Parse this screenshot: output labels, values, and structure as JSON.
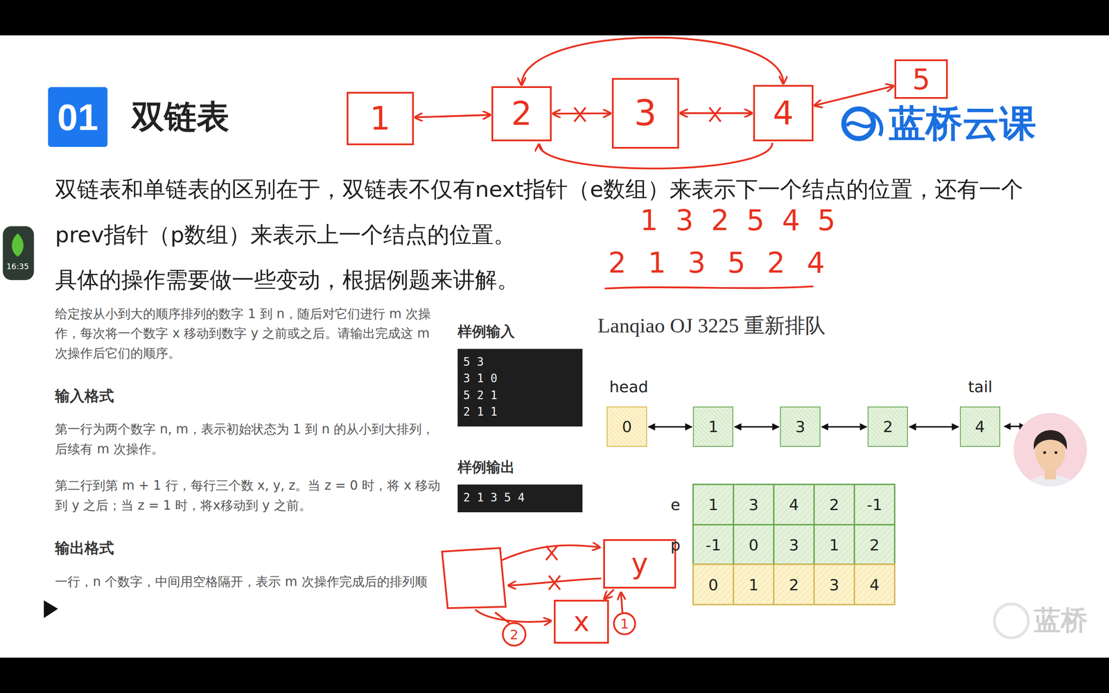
{
  "diagram": {
    "title": "双链表",
    "nodes": [
      {
        "text": [
          "01"
        ]
      },
      {
        "text": [
          "1"
        ]
      },
      {
        "text": [
          "2"
        ]
      },
      {
        "text": [
          "3"
        ]
      },
      {
        "text": [
          "4"
        ]
      },
      {
        "text": [
          "5"
        ]
      },
      {
        "text": [
          "样例输入",
          "5 3",
          "3 1 0",
          "5 2 1",
          "2 1 1"
        ]
      },
      {
        "text": [
          "0"
        ]
      },
      {
        "text": [
          "1"
        ]
      },
      {
        "text": [
          "3"
        ]
      },
      {
        "text": [
          "2"
        ]
      },
      {
        "text": [
          "4"
        ]
      },
      {
        "text": [
          "样例输出",
          "2 1 3 5 4"
        ]
      },
      {
        "text": [
          "y"
        ]
      },
      {
        "text": [
          "x"
        ]
      }
    ],
    "edges": [
      {
        "from": 1,
        "to": 2,
        "arrow": "both"
      },
      {
        "from": 2,
        "to": 3,
        "arrow": "both"
      },
      {
        "from": 3,
        "to": 4,
        "arrow": "both"
      },
      {
        "from": 4,
        "to": 5,
        "arrow": "both"
      },
      {
        "from": 2,
        "to": 4,
        "arrow": "both"
      },
      {
        "from": 7,
        "to": 8,
        "arrow": "both"
      },
      {
        "from": 8,
        "to": 9,
        "arrow": "both"
      },
      {
        "from": 9,
        "to": 10,
        "arrow": "both"
      },
      {
        "from": 10,
        "to": 11,
        "arrow": "both"
      },
      {
        "from": 13,
        "to": 14,
        "arrow": "to"
      }
    ],
    "labels": [
      "蓝桥云课",
      "双链表和单链表的区别在于，双链表不仅有next指针（e数组）来表示下一个结点的位置，还有一个prev指针（p数组）来表示上一个结点的位置。",
      "具体的操作需要做一些变动，根据例题来讲解。",
      "1 3 2 5 4 5",
      "2 1 3 5 2 4",
      "16:35",
      "给定按从小到大的顺序排列的数字 1 到 n，随后对它们进行 m 次操作，每次将一个数字 x 移动到数字 y 之前或之后。请输出完成这 m 次操作后它们的顺序。",
      "输入格式",
      "第一行为两个数字 n, m，表示初始状态为 1 到 n 的从小到大排列，后续有 m 次操作。",
      "第二行到第 m + 1 行，每行三个数 x, y, z。当 z = 0 时，将 x 移动到 y 之后；当 z = 1 时，将x移动到 y 之前。",
      "输出格式",
      "一行，n 个数字，中间用空格隔开，表示 m 次操作完成后的排列顺",
      "Lanqiao OJ 3225 重新排队",
      "head",
      "tail",
      "e",
      "1",
      "3",
      "4",
      "2",
      "-1",
      "p",
      "-1",
      "0",
      "3",
      "1",
      "2",
      "0",
      "1",
      "2",
      "3",
      "4",
      "2",
      "1",
      "蓝桥"
    ]
  }
}
